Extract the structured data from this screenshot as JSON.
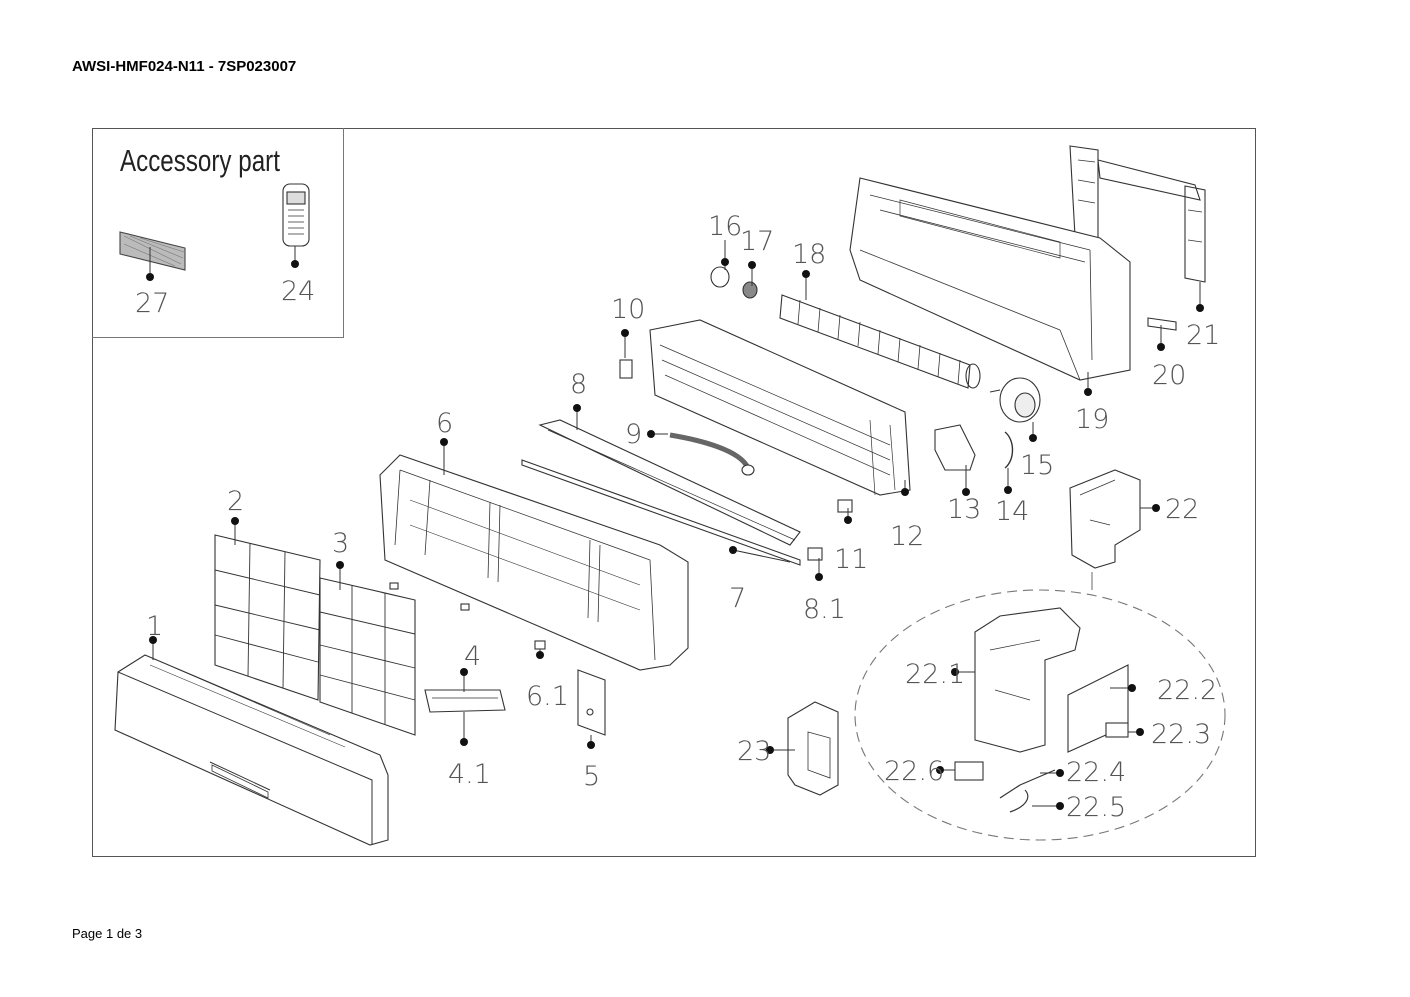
{
  "document": {
    "title": "AWSI-HMF024-N11 - 7SP023007",
    "footer": "Page 1 de 3"
  },
  "accessory_box": {
    "title": "Accessory part"
  },
  "callouts": [
    "1",
    "2",
    "3",
    "4",
    "4.1",
    "5",
    "6",
    "6.1",
    "7",
    "8",
    "8.1",
    "9",
    "10",
    "11",
    "12",
    "13",
    "14",
    "15",
    "16",
    "17",
    "18",
    "19",
    "20",
    "21",
    "22",
    "22.1",
    "22.2",
    "22.3",
    "22.4",
    "22.5",
    "22.6",
    "23",
    "24",
    "27"
  ]
}
